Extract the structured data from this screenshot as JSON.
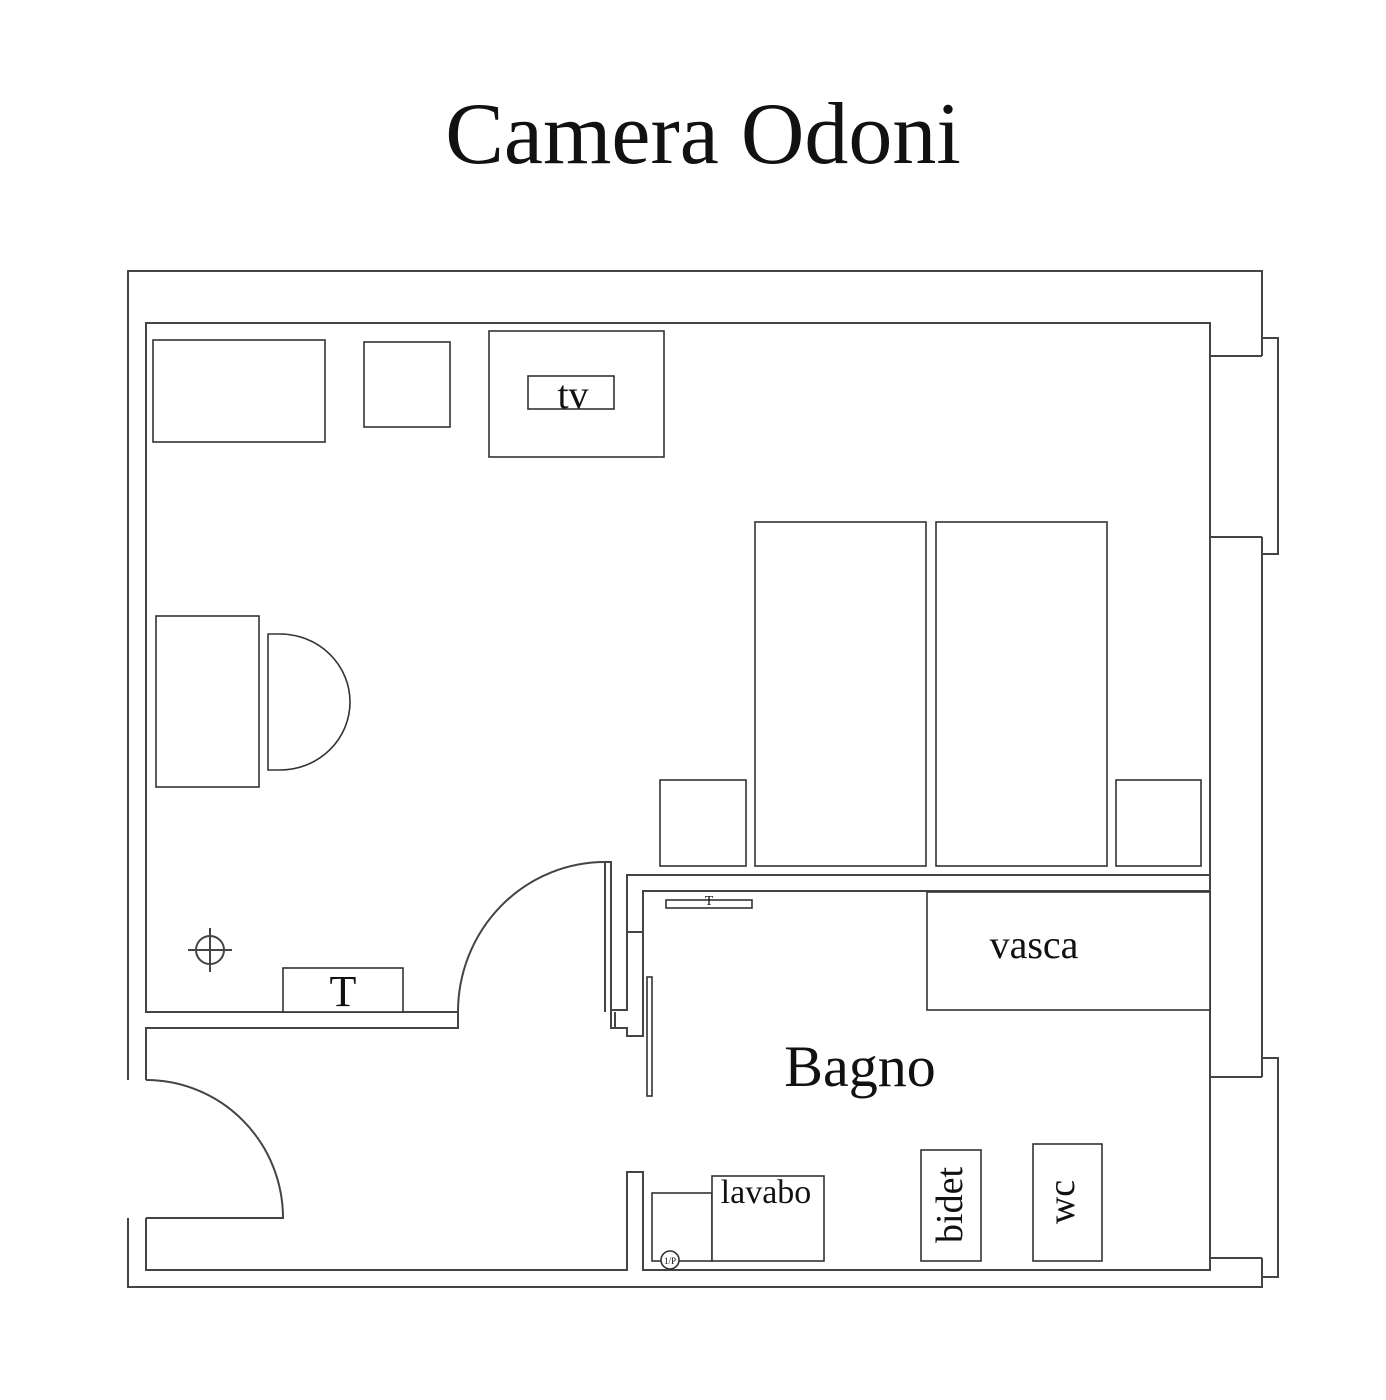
{
  "title": "Camera Odoni",
  "labels": {
    "tv": "tv",
    "phone_bedroom": "T",
    "phone_bath": "T",
    "bath_room": "Bagno",
    "bathtub": "vasca",
    "sink": "lavabo",
    "bidet": "bidet",
    "toilet": "wc",
    "outlet": "1/P"
  }
}
